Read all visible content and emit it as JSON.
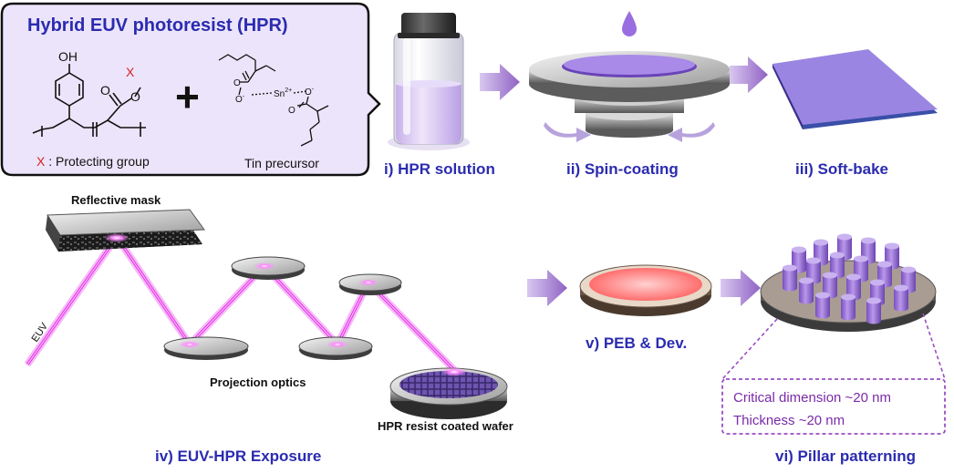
{
  "colors": {
    "title_blue": "#2b2bb0",
    "box_fill": "#ece4fa",
    "arrow_purple": "#9a72c8",
    "beam_magenta": "#e43ae8",
    "resist_violet": "#9b7fe0",
    "annotation_purple": "#7a2aa8"
  },
  "hpr_box": {
    "title": "Hybrid EUV photoresist (HPR)",
    "polymer": {
      "oh_label": "OH",
      "ester_o": "O",
      "ester_o2": "O",
      "x_label": "X",
      "legend_x": "X",
      "legend_text": " : Protecting group"
    },
    "plus_sign": "+",
    "tin": {
      "o_left": "O",
      "o_left_minus": "-",
      "sn": "Sn",
      "sn_charge": "2+",
      "o_right": "O",
      "o_right_minus": "-",
      "o_top": "O",
      "o_bottom": "O",
      "label": "Tin precursor"
    }
  },
  "steps": {
    "s1": "i) HPR solution",
    "s2": "ii) Spin-coating",
    "s3": "iii) Soft-bake",
    "s4": "iv) EUV-HPR Exposure",
    "s5": "v) PEB & Dev.",
    "s6": "vi) Pillar patterning"
  },
  "exposure": {
    "mask_label": "Reflective mask",
    "euv_label": "EUV",
    "optics_label": "Projection optics",
    "wafer_label": "HPR resist coated wafer"
  },
  "pillar_note": {
    "line1": "Critical dimension ~20 nm",
    "line2": "Thickness ~20 nm"
  }
}
